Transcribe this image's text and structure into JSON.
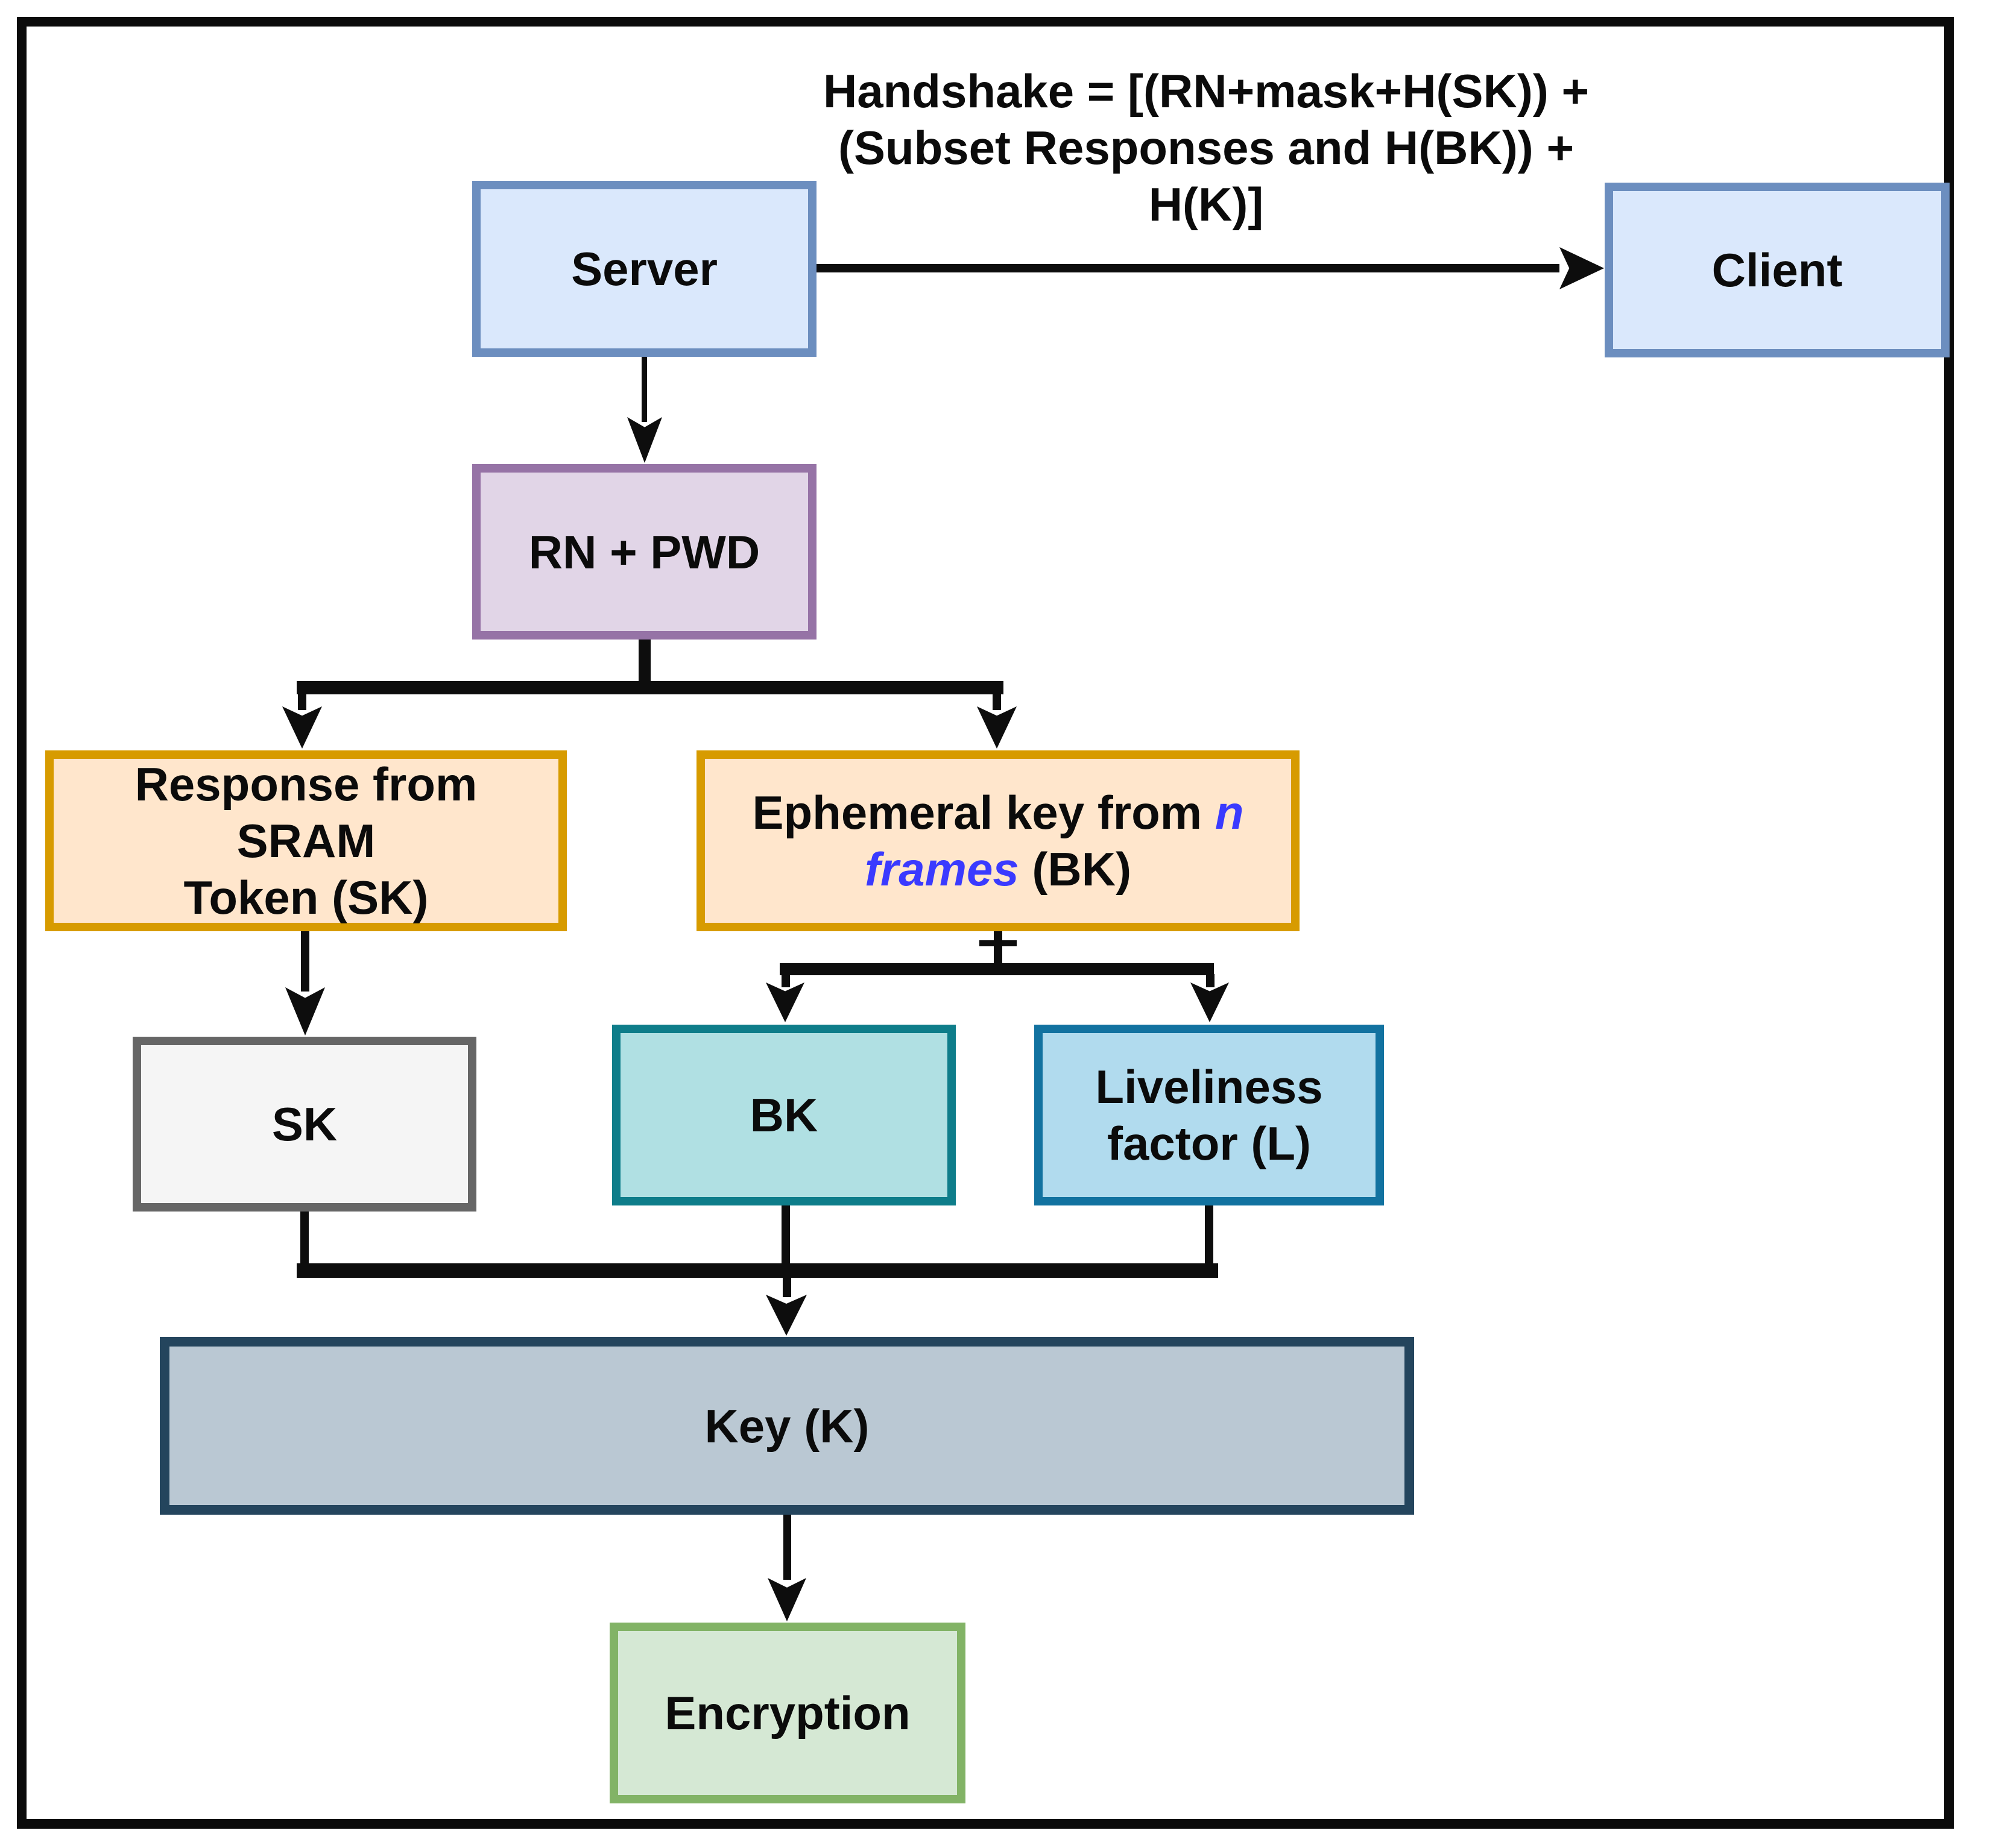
{
  "diagram": {
    "title_hint": "Handshake key derivation flowchart",
    "connector_color": "#0d0d0d",
    "frame_color": "#0b0b0b",
    "handshake_label": {
      "line1": "Handshake = [(RN+mask+H(SK)) +",
      "line2": "(Subset Responses and H(BK)) +",
      "line3": "H(K)]"
    },
    "nodes": {
      "server": {
        "label": "Server",
        "fill": "#dae8fc",
        "border": "#6c8ebf"
      },
      "client": {
        "label": "Client",
        "fill": "#dae8fc",
        "border": "#6c8ebf"
      },
      "rn_pwd": {
        "label": "RN + PWD",
        "fill": "#e1d5e7",
        "border": "#9673a6"
      },
      "sram_response": {
        "line1": "Response from SRAM",
        "line2": "Token (SK)",
        "fill": "#ffe6cc",
        "border": "#d79b00"
      },
      "ephemeral": {
        "prefix": "Ephemeral key from ",
        "italic_word1": "n",
        "italic_word2": "frames",
        "suffix": " (BK)",
        "accent": "#3a3aff",
        "fill": "#ffe6cc",
        "border": "#d79b00"
      },
      "sk": {
        "label": "SK",
        "fill": "#f5f5f5",
        "border": "#666666"
      },
      "bk": {
        "label": "BK",
        "fill": "#b0e0e3",
        "border": "#0e7d8a"
      },
      "liveliness": {
        "line1": "Liveliness",
        "line2": "factor (L)",
        "fill": "#b1dbee",
        "border": "#1272a0"
      },
      "key": {
        "label": "Key (K)",
        "fill": "#bac8d3",
        "border": "#24455d"
      },
      "encryption": {
        "label": "Encryption",
        "fill": "#d5e8d4",
        "border": "#82b366"
      }
    },
    "edges": [
      {
        "from": "server",
        "to": "client",
        "label": "Handshake = [(RN+mask+H(SK)) + (Subset Responses and H(BK)) + H(K)]"
      },
      {
        "from": "server",
        "to": "rn_pwd"
      },
      {
        "from": "rn_pwd",
        "to": "sram_response"
      },
      {
        "from": "rn_pwd",
        "to": "ephemeral"
      },
      {
        "from": "sram_response",
        "to": "sk"
      },
      {
        "from": "ephemeral",
        "to": "bk"
      },
      {
        "from": "ephemeral",
        "to": "liveliness"
      },
      {
        "from": "sk",
        "to": "key"
      },
      {
        "from": "bk",
        "to": "key"
      },
      {
        "from": "liveliness",
        "to": "key"
      },
      {
        "from": "key",
        "to": "encryption"
      }
    ]
  }
}
